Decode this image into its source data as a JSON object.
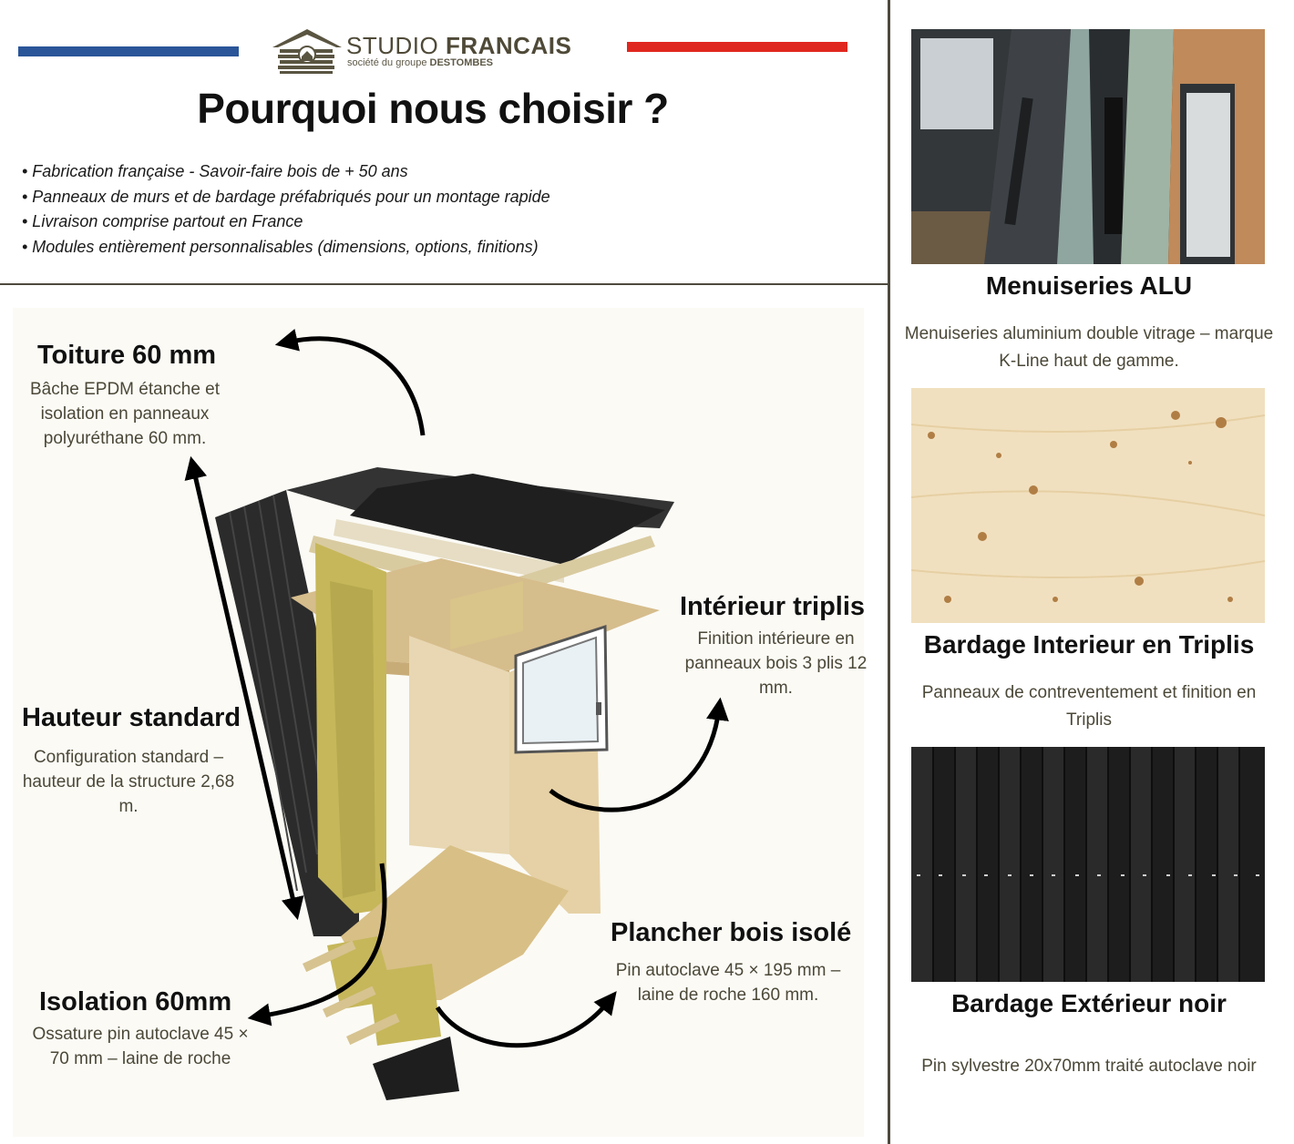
{
  "brand": {
    "name_light": "STUDIO ",
    "name_bold": "FRANCAIS",
    "subtitle_light": "société du groupe ",
    "subtitle_bold": "DESTOMBES"
  },
  "title": "Pourquoi nous choisir ?",
  "bullets": [
    "• Fabrication française - Savoir-faire bois de + 50 ans",
    "• Panneaux de murs et de bardage préfabriqués pour un montage rapide",
    "• Livraison comprise partout en France",
    "• Modules entièrement personnalisables (dimensions, options, finitions)"
  ],
  "diagram": {
    "toiture": {
      "title": "Toiture 60 mm",
      "desc": "Bâche EPDM étanche et isolation en panneaux polyuréthane 60 mm."
    },
    "interieur": {
      "title": "Intérieur triplis",
      "desc": "Finition intérieure en panneaux bois 3 plis 12 mm."
    },
    "hauteur": {
      "title": "Hauteur standard",
      "desc": "Configuration standard – hauteur de la structure 2,68 m."
    },
    "plancher": {
      "title": "Plancher bois isolé",
      "desc": "Pin autoclave 45 × 195 mm – laine de roche 160 mm."
    },
    "isolation": {
      "title": "Isolation 60mm",
      "desc": "Ossature pin autoclave 45 × 70 mm – laine de roche"
    }
  },
  "panels": [
    {
      "title": "Menuiseries ALU",
      "desc": "Menuiseries aluminium double vitrage – marque K-Line haut de gamme."
    },
    {
      "title": "Bardage Interieur en Triplis",
      "desc": "Panneaux de contreventement et finition en Triplis"
    },
    {
      "title": "Bardage Extérieur noir",
      "desc": "Pin sylvestre 20x70mm traité autoclave noir"
    }
  ],
  "colors": {
    "flag_blue": "#2a5599",
    "flag_red": "#e0271f",
    "divider": "#4d4a3e",
    "desc_text": "#4b4838"
  }
}
